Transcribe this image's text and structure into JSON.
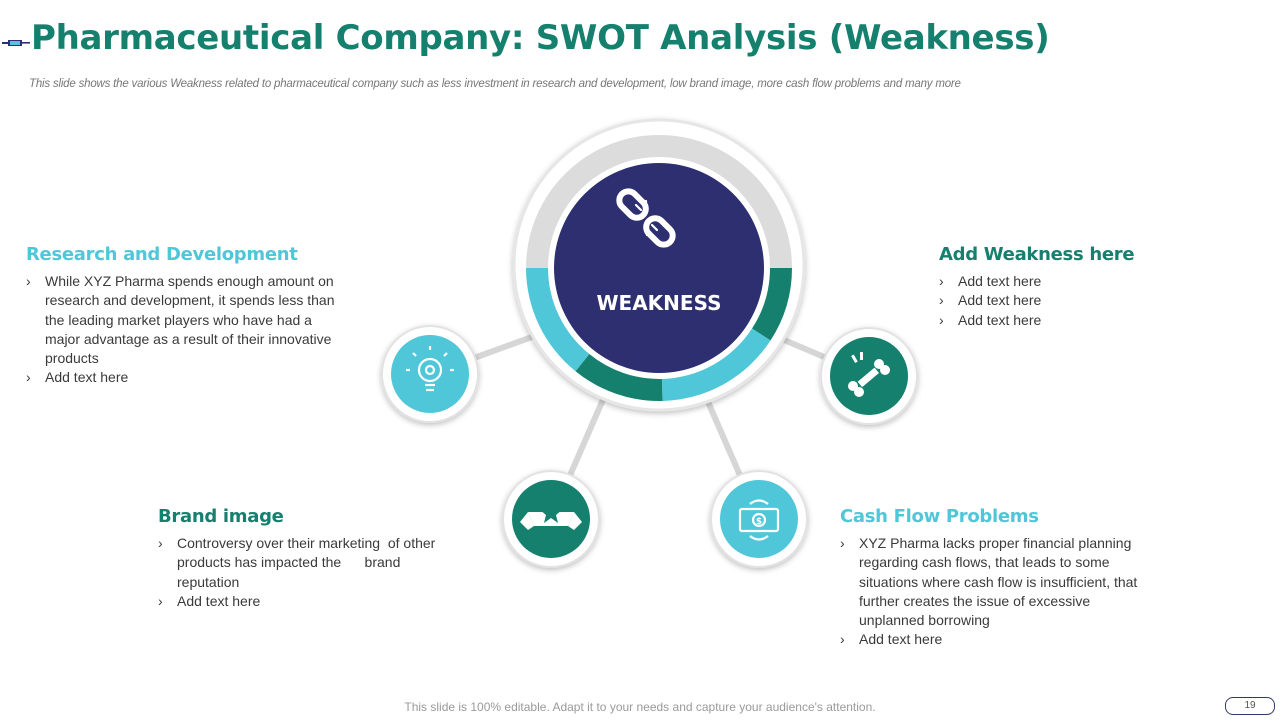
{
  "header": {
    "title": "Pharmaceutical Company: SWOT Analysis (Weakness)",
    "subtitle": "This slide shows the various Weakness related to pharmaceutical company such as less investment in research and development, low brand image, more cash flow problems and many more"
  },
  "center": {
    "label": "WEAKNESS",
    "icon": "broken-chain-icon"
  },
  "sections": {
    "research": {
      "title": "Research and Development",
      "items": [
        "While XYZ Pharma spends enough amount on research and development,  it spends less than the leading market players who have had a major advantage as a result of their innovative products",
        "Add text here"
      ],
      "icon": "lightbulb-gear-icon"
    },
    "weakness": {
      "title": "Add Weakness here",
      "items": [
        "Add text here",
        "Add text here",
        "Add text here"
      ],
      "icon": "broken-bone-icon"
    },
    "brand": {
      "title": "Brand image",
      "items": [
        "Controversy over their marketing  of other products has impacted the      brand reputation",
        "Add text here"
      ],
      "icon": "star-banner-icon"
    },
    "cash": {
      "title": "Cash Flow Problems",
      "items": [
        "XYZ Pharma lacks proper financial planning regarding cash flows, that leads to some situations where cash flow is insufficient, that further creates the issue of excessive unplanned borrowing",
        "Add text here"
      ],
      "icon": "money-flow-icon"
    }
  },
  "footer": {
    "note": "This slide is 100% editable. Adapt it to your needs and capture your audience's attention.",
    "page": "19"
  },
  "colors": {
    "teal": "#15806e",
    "light_teal": "#4fc7d8",
    "navy": "#2e2f71",
    "gray_ring": "#dcdcdc"
  }
}
